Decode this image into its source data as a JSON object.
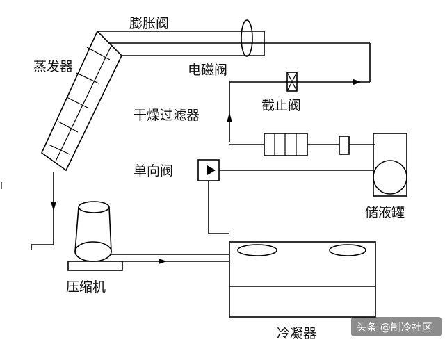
{
  "labels": {
    "expansion_valve": "膨胀阀",
    "evaporator": "蒸发器",
    "solenoid_valve": "电磁阀",
    "stop_valve": "截止阀",
    "filter_drier": "干燥过滤器",
    "check_valve": "单向阀",
    "receiver": "储液罐",
    "compressor": "压缩机",
    "condenser": "冷凝器"
  },
  "watermark": {
    "text": "头条 @制冷社区"
  }
}
